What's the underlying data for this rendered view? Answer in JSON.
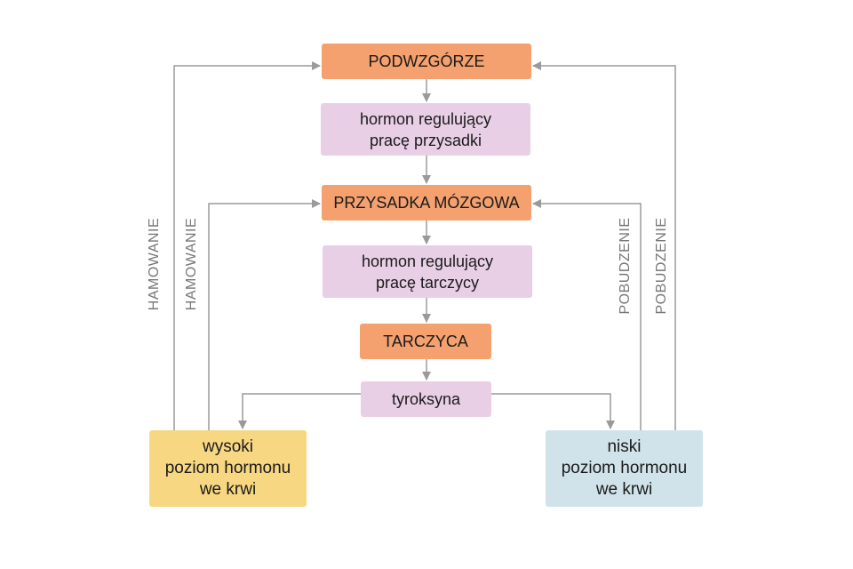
{
  "nodes": {
    "hypothalamus": "PODWZGÓRZE",
    "hormone_pituitary": [
      "hormon regulujący",
      "pracę przysadki"
    ],
    "pituitary": "PRZYSADKA MÓZGOWA",
    "hormone_thyroid": [
      "hormon regulujący",
      "pracę tarczycy"
    ],
    "thyroid": "TARCZYCA",
    "thyroxine": "tyroksyna",
    "high_level": [
      "wysoki",
      "poziom hormonu",
      "we krwi"
    ],
    "low_level": [
      "niski",
      "poziom hormonu",
      "we krwi"
    ]
  },
  "labels": {
    "inhibition_outer": "HAMOWANIE",
    "inhibition_inner": "HAMOWANIE",
    "stimulation_inner": "POBUDZENIE",
    "stimulation_outer": "POBUDZENIE"
  },
  "colors": {
    "organ": "#f4a06f",
    "hormone": "#e9cfe6",
    "high": "#f7d781",
    "low": "#d1e3ea",
    "arrow": "#9a9a9a"
  }
}
